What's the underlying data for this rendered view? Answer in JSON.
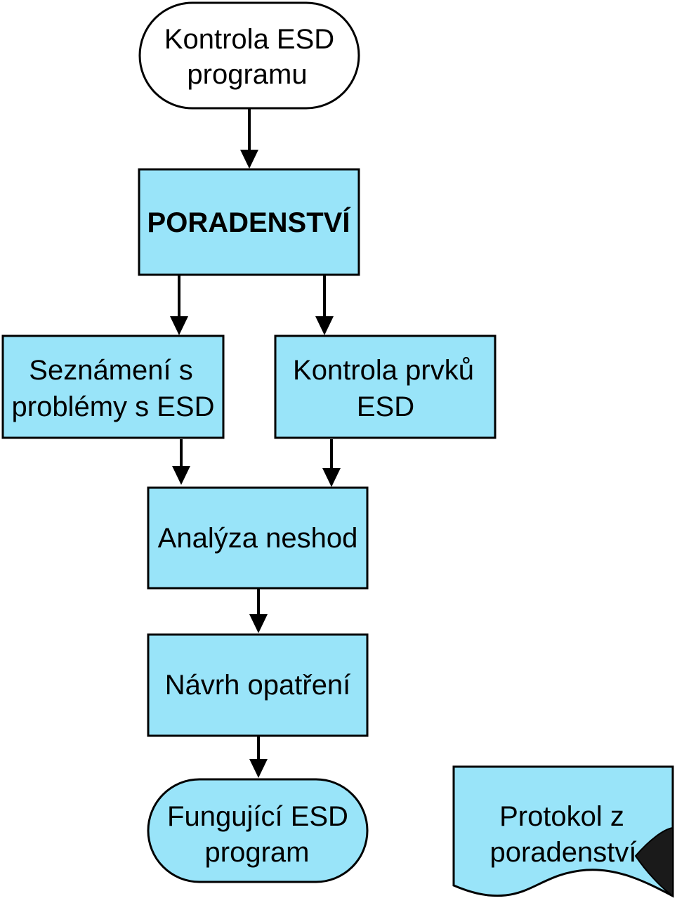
{
  "colors": {
    "box_fill": "#99E4F9",
    "start_fill": "#FFFFFF",
    "stroke": "#000000",
    "fold_fill": "#1a1a1a"
  },
  "nodes": {
    "start": {
      "line1": "Kontrola ESD",
      "line2": "programu"
    },
    "poradenstvi": {
      "label": "PORADENSTVÍ"
    },
    "seznameni": {
      "line1": "Seznámení s",
      "line2": "problémy s ESD"
    },
    "kontrola_prvku": {
      "line1": "Kontrola prvků",
      "line2": "ESD"
    },
    "analyza": {
      "label": "Analýza neshod"
    },
    "navrh": {
      "label": "Návrh opatření"
    },
    "end": {
      "line1": "Fungující ESD",
      "line2": "program"
    },
    "protokol": {
      "line1": "Protokol z",
      "line2": "poradenství"
    }
  }
}
